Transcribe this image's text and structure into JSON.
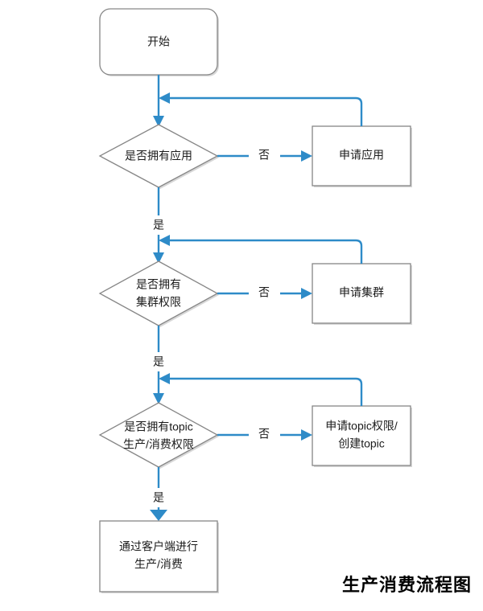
{
  "diagram": {
    "title": "生产消费流程图",
    "colors": {
      "flow_line": "#2e8bc8",
      "shape_border": "#868686",
      "shape_fill": "#ffffff",
      "text": "#1b1b1b",
      "background": "#ffffff"
    },
    "nodes": {
      "start": {
        "label": "开始",
        "shape": "rounded-rectangle"
      },
      "decision_app": {
        "label_line1": "是否拥有应用",
        "label_line2": "",
        "shape": "diamond"
      },
      "action_app": {
        "label_line1": "申请应用",
        "label_line2": "",
        "shape": "rectangle"
      },
      "decision_cluster": {
        "label_line1": "是否拥有",
        "label_line2": "集群权限",
        "shape": "diamond"
      },
      "action_cluster": {
        "label_line1": "申请集群",
        "label_line2": "",
        "shape": "rectangle"
      },
      "decision_topic": {
        "label_line1": "是否拥有topic",
        "label_line2": "生产/消费权限",
        "shape": "diamond"
      },
      "action_topic": {
        "label_line1": "申请topic权限/",
        "label_line2": "创建topic",
        "shape": "rectangle"
      },
      "end": {
        "label_line1": "通过客户端进行",
        "label_line2": "生产/消费",
        "shape": "rectangle"
      }
    },
    "edges": {
      "no_app": "否",
      "yes_app": "是",
      "no_cluster": "否",
      "yes_cluster": "是",
      "no_topic": "否",
      "yes_topic": "是"
    }
  }
}
